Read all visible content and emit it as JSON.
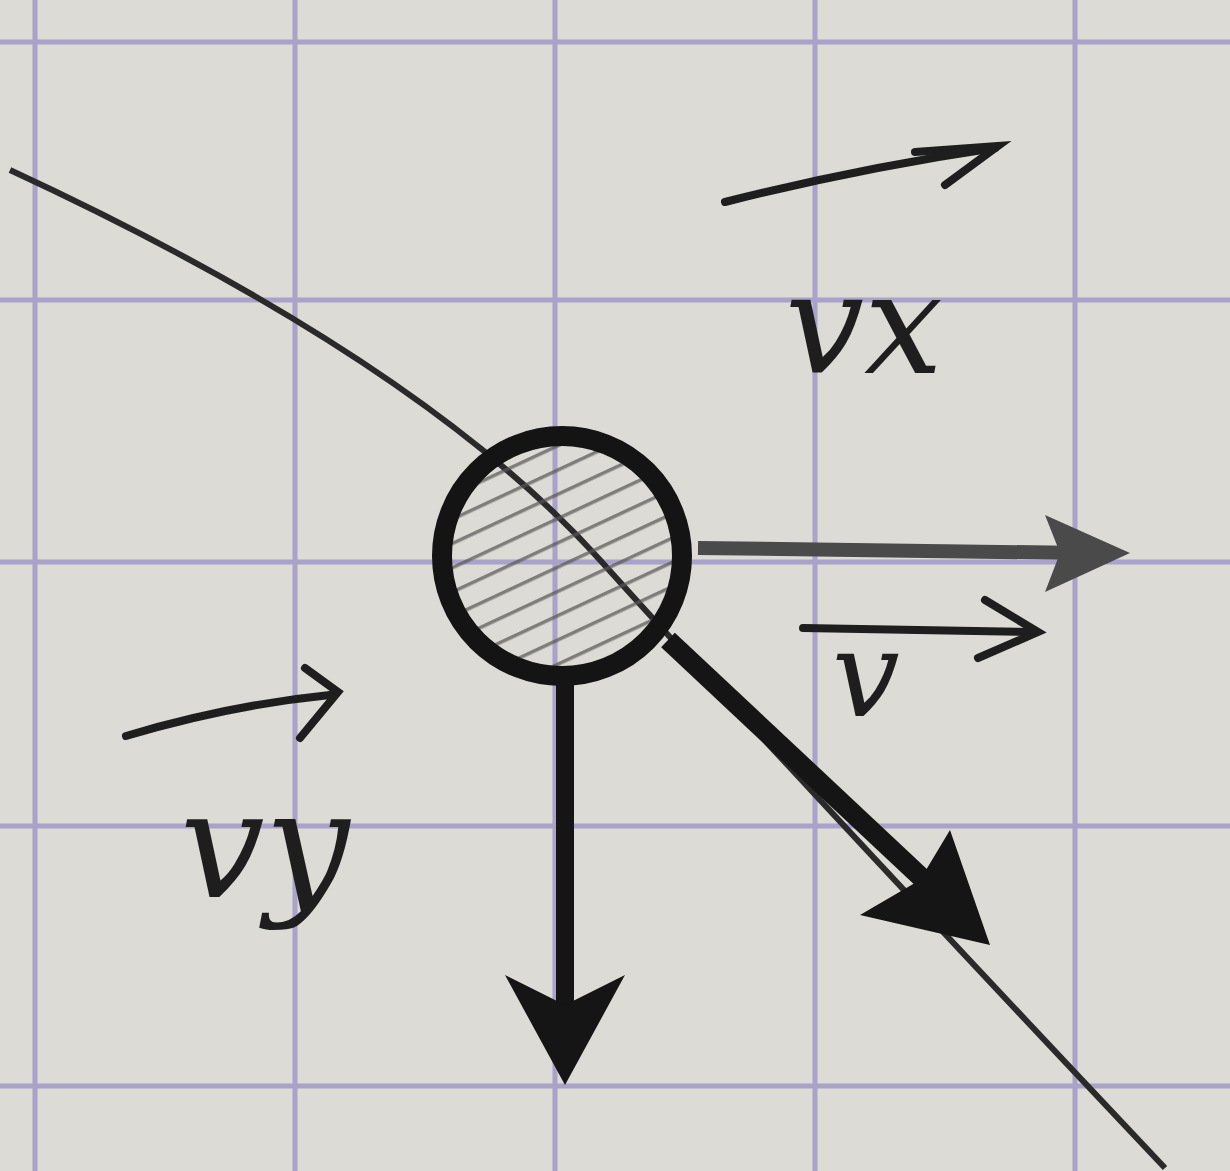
{
  "diagram": {
    "labels": [
      "vx",
      "v",
      "vy"
    ]
  }
}
